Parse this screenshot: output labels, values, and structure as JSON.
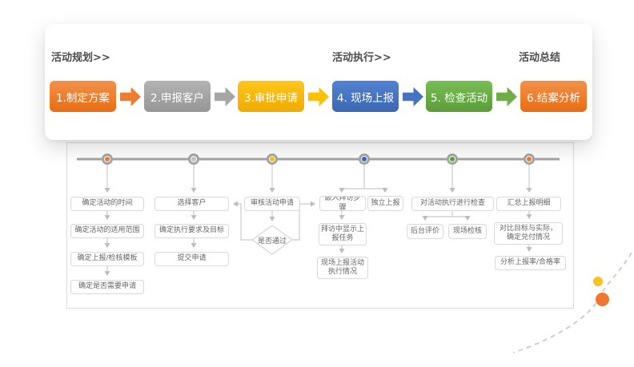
{
  "card": {
    "sections": [
      {
        "label": "活动规划>>"
      },
      {
        "label": "活动执行>>"
      },
      {
        "label": "活动总结"
      }
    ],
    "steps": [
      {
        "label": "1.制定方案",
        "top": "#F2914A",
        "bottom": "#E96D12",
        "arrow_color": "#ED7D31"
      },
      {
        "label": "2.申报客户",
        "top": "#B3B3B3",
        "bottom": "#969696",
        "arrow_color": "#A6A6A6"
      },
      {
        "label": "3.审批申请",
        "top": "#FFC61C",
        "bottom": "#F0AB00",
        "arrow_color": "#FFC000"
      },
      {
        "label": "4. 现场上报",
        "top": "#5282D2",
        "bottom": "#3C68B2",
        "arrow_color": "#4472C4"
      },
      {
        "label": "5. 检查活动",
        "top": "#77BD54",
        "bottom": "#5B9C38",
        "arrow_color": "#70AD47"
      },
      {
        "label": "6.结案分析",
        "top": "#F2914A",
        "bottom": "#E96D12",
        "arrow_color": ""
      }
    ]
  },
  "timeline": {
    "dot_colors": [
      "#ED7D31",
      "#C4C4C4",
      "#FFC000",
      "#3E64C4",
      "#5BA832",
      "#ED7D31"
    ]
  },
  "flow": {
    "col1": {
      "boxes": [
        "确定活动的时间",
        "确定活动的适用范围",
        "确定上报/检核模板",
        "确定是否需要申请"
      ]
    },
    "col2": {
      "boxes": [
        "选择客户",
        "确定执行要求及目标",
        "提交申请"
      ]
    },
    "col3": {
      "box": "审核活动申请",
      "decision": "是否通过"
    },
    "col4": {
      "branch_left": "嵌入拜访步骤",
      "branch_right": "独立上报",
      "box2": "拜访中显示上报任务",
      "box3": "现场上报活动执行情况"
    },
    "col5": {
      "box": "对活动执行进行检查",
      "branch_left": "后台评价",
      "branch_right": "现场检核"
    },
    "col6": {
      "boxes": [
        "汇总上报明细",
        "对比目标与实际，确定兑付情况",
        "分析上报率/合格率"
      ]
    }
  },
  "decorations": {
    "yellow_dot": "#FFC01E",
    "orange_dot": "#F07730"
  }
}
